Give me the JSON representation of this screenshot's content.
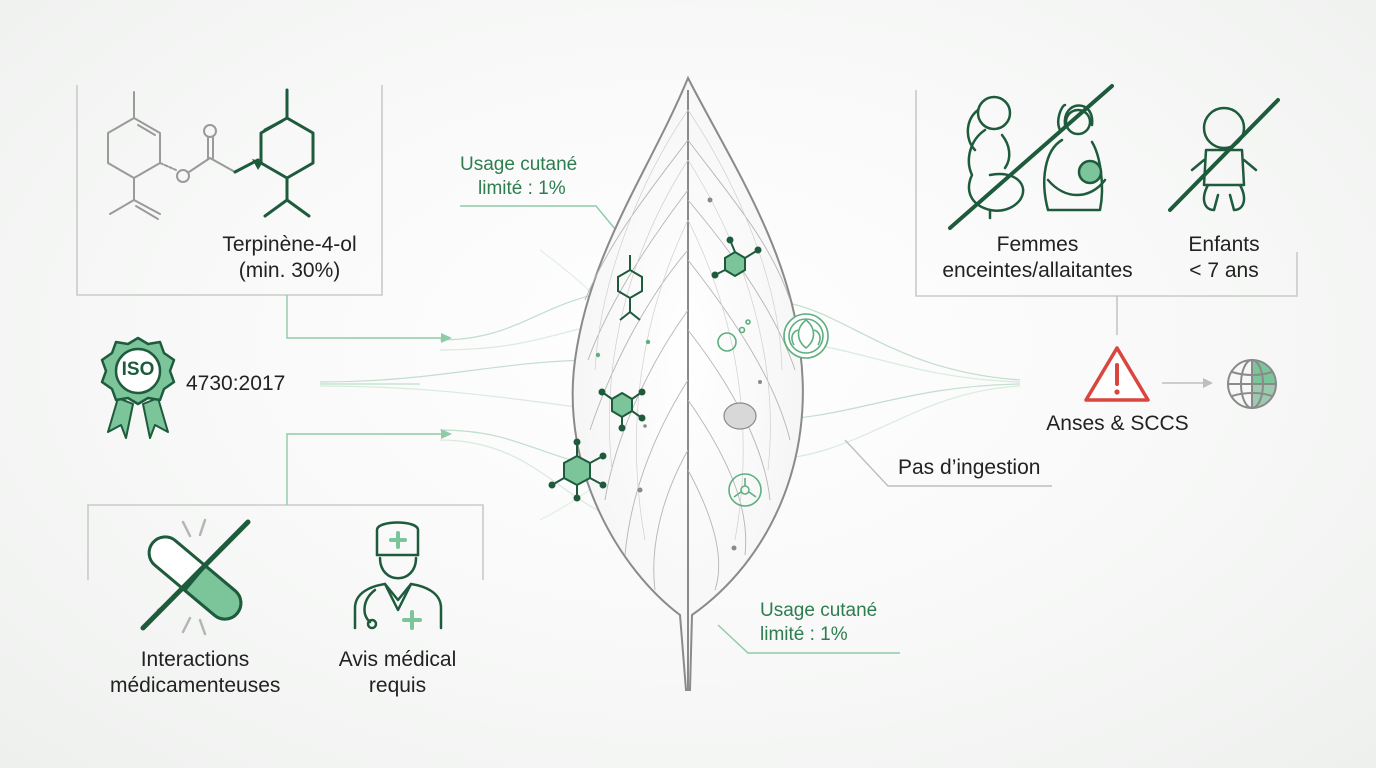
{
  "colors": {
    "dark_green": "#1e5b3c",
    "mid_green": "#2e7d4f",
    "light_green": "#7cc49a",
    "red": "#d9463d",
    "grey": "#8a8a8a",
    "text": "#222222"
  },
  "compound": {
    "label": "Terpinène-4-ol",
    "sublabel": "(min. 30%)"
  },
  "iso": {
    "badge_text": "ISO",
    "standard": "4730:2017"
  },
  "interactions": {
    "drug_label_line1": "Interactions",
    "drug_label_line2": "médicamenteuses",
    "medical_line1": "Avis médical",
    "medical_line2": "requis"
  },
  "usage_top": {
    "line1": "Usage cutané",
    "line2": "limité : 1%"
  },
  "usage_bottom": {
    "line1": "Usage cutané",
    "line2": "limité : 1%"
  },
  "populations": {
    "women_line1": "Femmes",
    "women_line2": "enceintes/allaitantes",
    "children_line1": "Enfants",
    "children_line2": "< 7 ans"
  },
  "authority": {
    "label": "Anses & SCCS"
  },
  "ingestion": {
    "label": "Pas d’ingestion"
  },
  "icons": [
    "molecule-icon",
    "iso-badge-icon",
    "pill-crossed-icon",
    "doctor-icon",
    "pregnant-woman-icon",
    "nursing-mother-icon",
    "baby-crossed-icon",
    "warning-icon",
    "globe-icon",
    "tea-tree-leaf-icon"
  ]
}
